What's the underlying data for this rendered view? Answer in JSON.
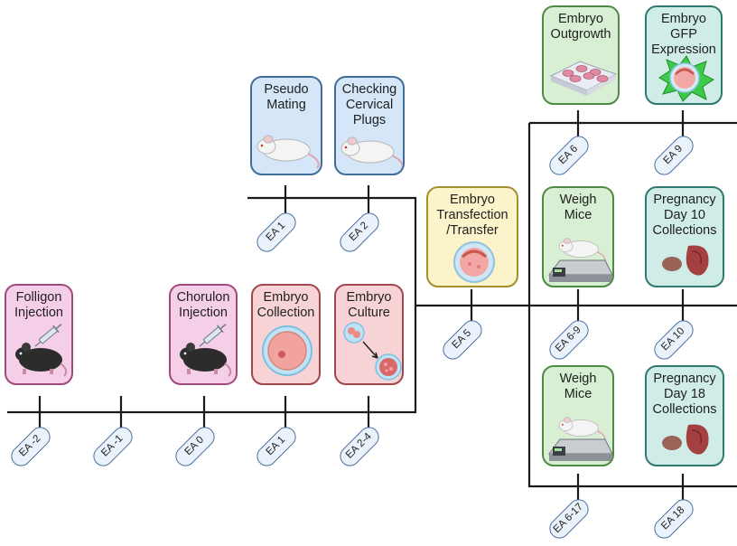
{
  "cards": {
    "folligon": "Folligon\nInjection",
    "chorulon": "Chorulon\nInjection",
    "collection": "Embryo\nCollection",
    "culture": "Embryo\nCulture",
    "pseudo": "Pseudo\nMating",
    "plugs": "Checking\nCervical\nPlugs",
    "transfection": "Embryo\nTransfection\n/Transfer",
    "outgrowth": "Embryo\nOutgrowth",
    "gfp": "Embryo\nGFP\nExpression",
    "weigh1": "Weigh\nMice",
    "day10": "Pregnancy\nDay 10\nCollections",
    "weigh2": "Weigh\nMice",
    "day18": "Pregnancy\nDay 18\nCollections"
  },
  "labels": {
    "ea_m2": "EA -2",
    "ea_m1": "EA -1",
    "ea_0": "EA 0",
    "ea_1_lower": "EA 1",
    "ea_24": "EA 2-4",
    "ea_1_upper": "EA 1",
    "ea_2": "EA 2",
    "ea_5": "EA 5",
    "ea_6": "EA 6",
    "ea_9": "EA 9",
    "ea_69": "EA 6-9",
    "ea_10": "EA 10",
    "ea_617": "EA 6-17",
    "ea_18": "EA 18"
  },
  "colors": {
    "pink": "#f5cfe7",
    "red": "#f7d3d6",
    "blue": "#d4e6f8",
    "yellow": "#fbf3c9",
    "green": "#d9efd3",
    "teal": "#cfece6",
    "line": "#1a1a1a"
  },
  "icons": {
    "folligon": "black-mouse-syringe-icon",
    "chorulon": "black-mouse-syringe-icon",
    "collection": "embryo-icon",
    "culture": "embryo-culture-icon",
    "pseudo": "white-mouse-icon",
    "plugs": "white-mouse-icon",
    "transfection": "embryo-dish-icon",
    "outgrowth": "culture-plate-icon",
    "gfp": "gfp-embryo-icon",
    "weigh": "mouse-on-scale-icon",
    "collections": "uterus-placenta-icon"
  }
}
